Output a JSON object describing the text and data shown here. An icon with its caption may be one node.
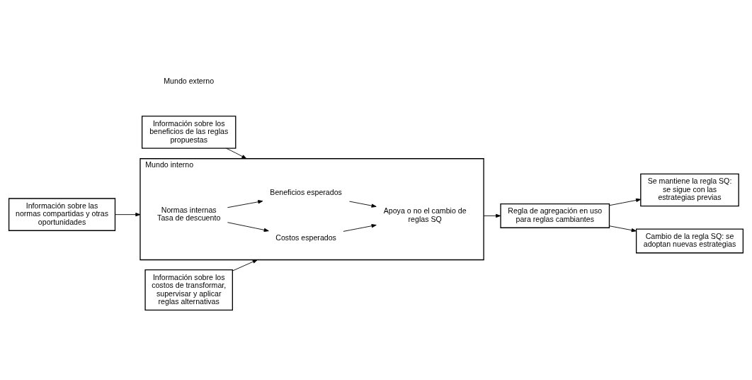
{
  "diagram": {
    "nodes": [
      {
        "text": [
          "Mundo interno"
        ]
      },
      {
        "text": [
          "Información sobre los beneficios de las reglas propuestas"
        ]
      },
      {
        "text": [
          "Información sobre las normas compartidas y otras oportunidades"
        ]
      },
      {
        "text": [
          "Normas internas",
          "Tasa de descuento"
        ],
        "in": 0
      },
      {
        "text": [
          "Beneficios esperados"
        ],
        "in": 0
      },
      {
        "text": [
          "Costos esperados"
        ],
        "in": 0
      },
      {
        "text": [
          "Apoya o no el cambio de reglas SQ"
        ],
        "in": 0
      },
      {
        "text": [
          "Se mantiene la regla SQ: se sigue con las estrategias previas"
        ]
      },
      {
        "text": [
          "Regla de agregación en uso para reglas cambiantes"
        ]
      },
      {
        "text": [
          "Cambio de la regla SQ: se adoptan nuevas estrategias"
        ]
      },
      {
        "text": [
          "Información sobre los costos de transformar, supervisar y aplicar reglas alternativas"
        ]
      }
    ],
    "edges": [
      {
        "from": 1,
        "to": 0,
        "arrow": "to"
      },
      {
        "from": 2,
        "to": 0,
        "arrow": "to"
      },
      {
        "from": 3,
        "to": 4,
        "arrow": "to"
      },
      {
        "from": 3,
        "to": 5,
        "arrow": "to"
      },
      {
        "from": 4,
        "to": 6,
        "arrow": "to"
      },
      {
        "from": 5,
        "to": 6,
        "arrow": "to"
      },
      {
        "from": 10,
        "to": 0,
        "arrow": "to"
      },
      {
        "from": 0,
        "to": 8,
        "arrow": "to"
      },
      {
        "from": 8,
        "to": 7,
        "arrow": "to"
      },
      {
        "from": 8,
        "to": 9,
        "arrow": "to"
      }
    ],
    "labels": [
      "Mundo externo"
    ]
  }
}
